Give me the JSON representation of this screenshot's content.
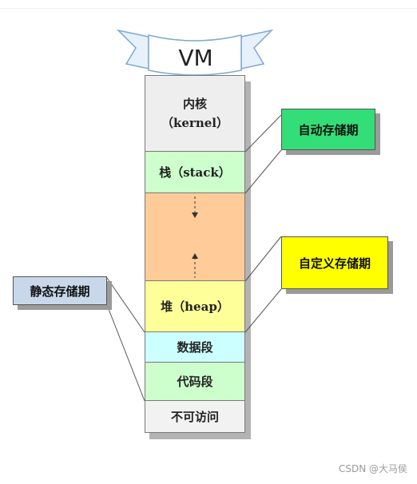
{
  "title": "VM",
  "segments": [
    {
      "id": "kernel",
      "line1": "内核",
      "line2": "（kernel）",
      "color": "#eeeeee"
    },
    {
      "id": "stack",
      "line1": "栈（stack）",
      "line2": "",
      "color": "#ccffcc"
    },
    {
      "id": "free",
      "line1": "",
      "line2": "",
      "color": "#ffcc99"
    },
    {
      "id": "heap",
      "line1": "堆（heap）",
      "line2": "",
      "color": "#ffff99"
    },
    {
      "id": "data",
      "line1": "数据段",
      "line2": "",
      "color": "#ccffff"
    },
    {
      "id": "code",
      "line1": "代码段",
      "line2": "",
      "color": "#ccffcc"
    },
    {
      "id": "noaccess",
      "line1": "不可访问",
      "line2": "",
      "color": "#f2f2f2"
    }
  ],
  "callouts": {
    "auto": {
      "label": "自动存储期",
      "color": "#33dd77"
    },
    "custom": {
      "label": "自定义存储期",
      "color": "#ffff00"
    },
    "static": {
      "label": "静态存储期",
      "color": "#c8d8ea"
    }
  },
  "watermark": "CSDN @大马侯"
}
